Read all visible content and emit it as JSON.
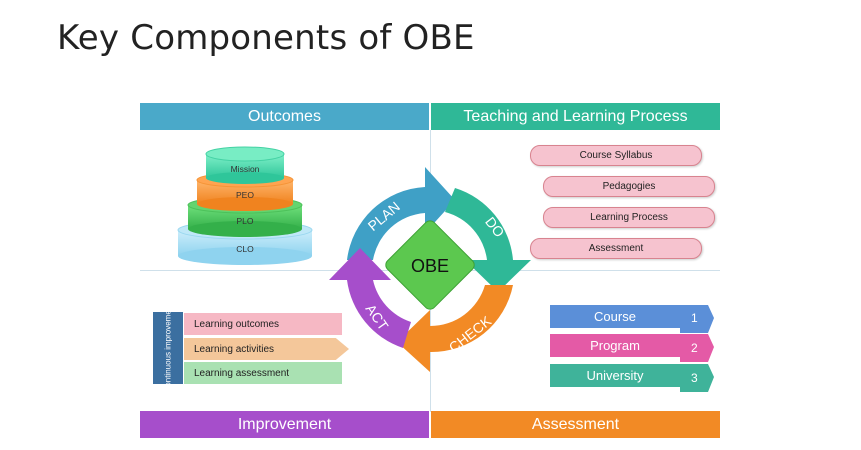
{
  "slide": {
    "title": "Key Components of OBE"
  },
  "quadrants": {
    "outcomes": "Outcomes",
    "teaching": "Teaching and Learning Process",
    "improvement": "Improvement",
    "assessment": "Assessment"
  },
  "pyramid": [
    "Mission",
    "PEO",
    "PLO",
    "CLO"
  ],
  "teaching_items": [
    "Course Syllabus",
    "Pedagogies",
    "Learning Process",
    "Assessment"
  ],
  "cycle": {
    "center": "OBE",
    "plan": "PLAN",
    "do": "DO",
    "check": "CHECK",
    "act": "ACT"
  },
  "improvement": {
    "side_label": "Continuous improvement",
    "items": [
      "Learning outcomes",
      "Learning activities",
      "Learning assessment"
    ]
  },
  "assessment_levels": [
    {
      "label": "Course",
      "num": "1"
    },
    {
      "label": "Program",
      "num": "2"
    },
    {
      "label": "University",
      "num": "3"
    }
  ],
  "colors": {
    "outcomes": "#4aa9c9",
    "teaching": "#2fb897",
    "improvement": "#a64ecb",
    "assessment": "#f28a25",
    "obe": "#5cc84f",
    "pink": "#f6c3cf"
  }
}
